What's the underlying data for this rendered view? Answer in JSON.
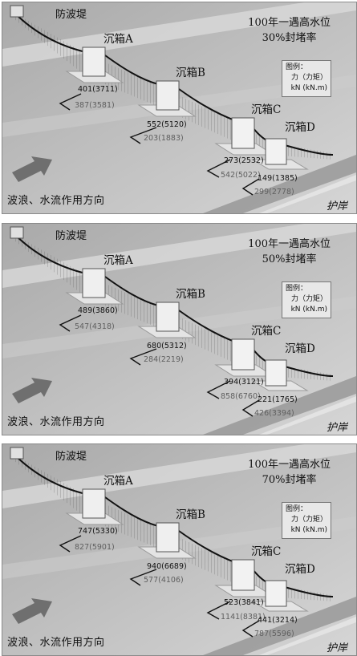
{
  "labels": {
    "breakwater": "防波堤",
    "shore": "护岸",
    "wave_direction": "波浪、水流作用方向"
  },
  "legend": {
    "title": "图例：",
    "row1": "力（力矩）",
    "row2": "kN (kN.m)"
  },
  "caissons": {
    "a": "沉箱A",
    "b": "沉箱B",
    "c": "沉箱C",
    "d": "沉箱D"
  },
  "panels": [
    {
      "title_line1": "100年一遇高水位",
      "title_line2": "30%封堵率",
      "a_black": "401(3711)",
      "a_gray": "387(3581)",
      "b_black": "552(5120)",
      "b_gray": "203(1883)",
      "c_black": "273(2532)",
      "c_gray": "542(5022)",
      "d_black": "149(1385)",
      "d_gray": "299(2778)"
    },
    {
      "title_line1": "100年一遇高水位",
      "title_line2": "50%封堵率",
      "a_black": "489(3860)",
      "a_gray": "547(4318)",
      "b_black": "680(5312)",
      "b_gray": "284(2219)",
      "c_black": "394(3121)",
      "c_gray": "858(6760)",
      "d_black": "221(1765)",
      "d_gray": "426(3394)"
    },
    {
      "title_line1": "100年一遇高水位",
      "title_line2": "70%封堵率",
      "a_black": "747(5330)",
      "a_gray": "827(5901)",
      "b_black": "940(6689)",
      "b_gray": "577(4106)",
      "c_black": "523(3841)",
      "c_gray": "1141(8381)",
      "d_black": "441(3214)",
      "d_gray": "787(5596)"
    }
  ]
}
